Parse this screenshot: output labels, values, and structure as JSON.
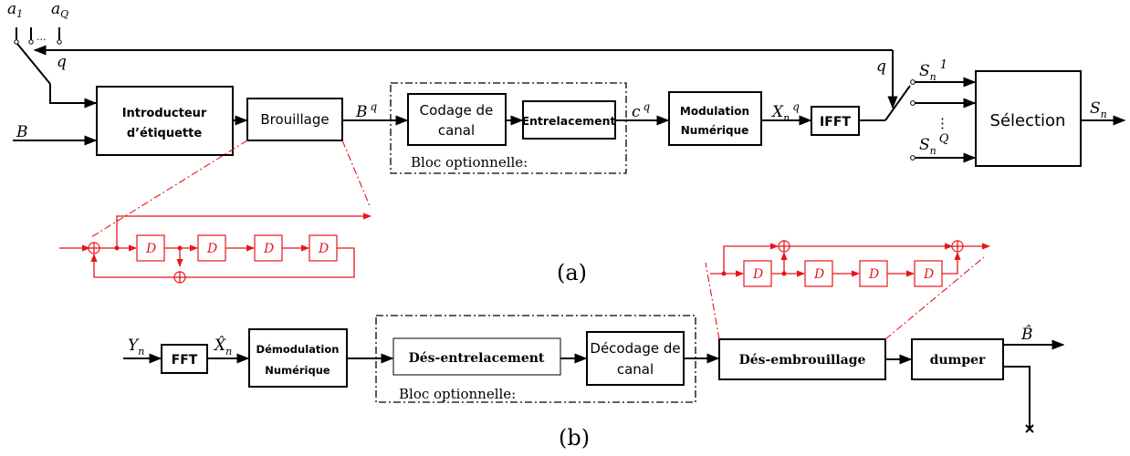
{
  "part_a": {
    "inputs": {
      "a1": "a",
      "a1_sub": "1",
      "aq": "a",
      "aq_sub": "Q",
      "dots": "...",
      "q": "q",
      "b": "B"
    },
    "tagger_l1": "Introducteur",
    "tagger_l2": "d’étiquette",
    "scrambler": "Brouillage",
    "bq": "B",
    "bq_sup": "q",
    "coding_l1": "Codage de",
    "coding_l2": "canal",
    "interleaver": "Entrelacement",
    "optional": "Bloc optionnelle:",
    "cq": "c",
    "cq_sup": "q",
    "mod_l1": "Modulation",
    "mod_l2": "Numérique",
    "xnq": "X",
    "xnq_sub": "n",
    "xnq_sup": "q",
    "ifft": "IFFT",
    "q_right": "q",
    "sn1": "S",
    "sn1_sub": "n",
    "sn1_sup": "1",
    "vdots": "⋮",
    "snq": "S",
    "snq_sub": "n",
    "snq_sup": "Q",
    "selection": "Sélection",
    "sn": "S",
    "sn_sub": "n",
    "caption": "(a)"
  },
  "part_b": {
    "yn": "Y",
    "yn_sub": "n",
    "fft": "FFT",
    "xhat": "X̂",
    "xhat_sub": "n",
    "demod_l1": "Démodulation",
    "demod_l2": "Numérique",
    "deinterleaver": "Dés-entrelacement",
    "decoding_l1": "Décodage de",
    "decoding_l2": "canal",
    "optional": "Bloc optionnelle:",
    "descrambler": "Dés-embrouillage",
    "dumper": "dumper",
    "bhat": "B̂",
    "caption": "(b)"
  },
  "delay": "D",
  "colors": {
    "line": "#000000",
    "detail": "#e8141c"
  }
}
